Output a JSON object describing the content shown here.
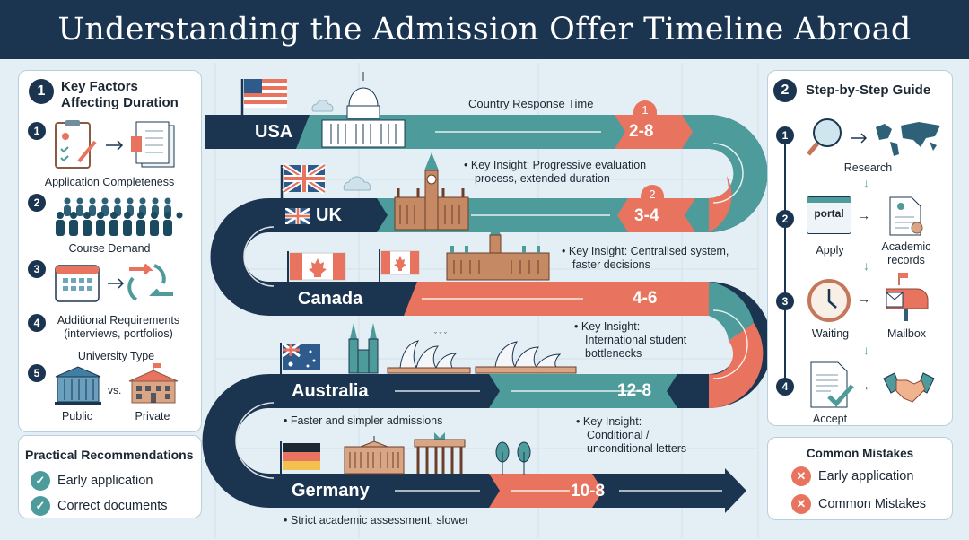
{
  "title": "Understanding the Admission Offer Timeline Abroad",
  "left": {
    "heading_number": "1",
    "heading_line1": "Key Factors",
    "heading_line2": "Affecting Duration",
    "factors": [
      {
        "num": "1",
        "label": "Application Completeness"
      },
      {
        "num": "2",
        "label": "Course Demand"
      },
      {
        "num": "3",
        "label": ""
      },
      {
        "num": "4",
        "label": "Additional Requirements",
        "label2": "(interviews, portfolios)"
      },
      {
        "num": "5",
        "label": "University Type"
      }
    ],
    "university": {
      "public": "Public",
      "vs": "vs.",
      "private": "Private"
    }
  },
  "recommendations": {
    "title": "Practical Recommendations",
    "items": [
      "Early application",
      "Correct documents"
    ]
  },
  "timeline": {
    "header": "Country Response Time",
    "countries": [
      {
        "name": "USA",
        "time": "2-8",
        "badge": "1"
      },
      {
        "name": "UK",
        "time": "3-4",
        "badge": "2",
        "insight_l1": "Key Insight: Progressive evaluation",
        "insight_l2": "process, extended duration"
      },
      {
        "name": "Canada",
        "time": "4-6",
        "insight_l1": "Key Insight: Centralised system,",
        "insight_l2": "faster decisions"
      },
      {
        "name": "Australia",
        "time": "12-8",
        "insight_l1": "Key Insight:",
        "insight_l2": "International student",
        "insight_l3": "bottlenecks"
      },
      {
        "name": "Germany",
        "time": "10-8",
        "note_above": "Faster and simpler admissions",
        "insight_l1": "Key Insight:",
        "insight_l2": "Conditional / unconditional letters",
        "note_below": "Strict academic assessment, slower"
      }
    ],
    "colors": {
      "navy": "#1b3550",
      "teal": "#4e9b9c",
      "salmon": "#e8735f"
    }
  },
  "right": {
    "heading_number": "2",
    "heading": "Step-by-Step Guide",
    "steps": [
      {
        "num": "1",
        "label": "Research"
      },
      {
        "num": "2",
        "label": "Apply",
        "portal": "portal",
        "label_b1": "Academic",
        "label_b2": "records"
      },
      {
        "num": "3",
        "label": "Waiting",
        "label_b": "Mailbox"
      },
      {
        "num": "4",
        "label": "Accept"
      }
    ]
  },
  "mistakes": {
    "title": "Common Mistakes",
    "items": [
      "Early application",
      "Common Mistakes"
    ]
  }
}
